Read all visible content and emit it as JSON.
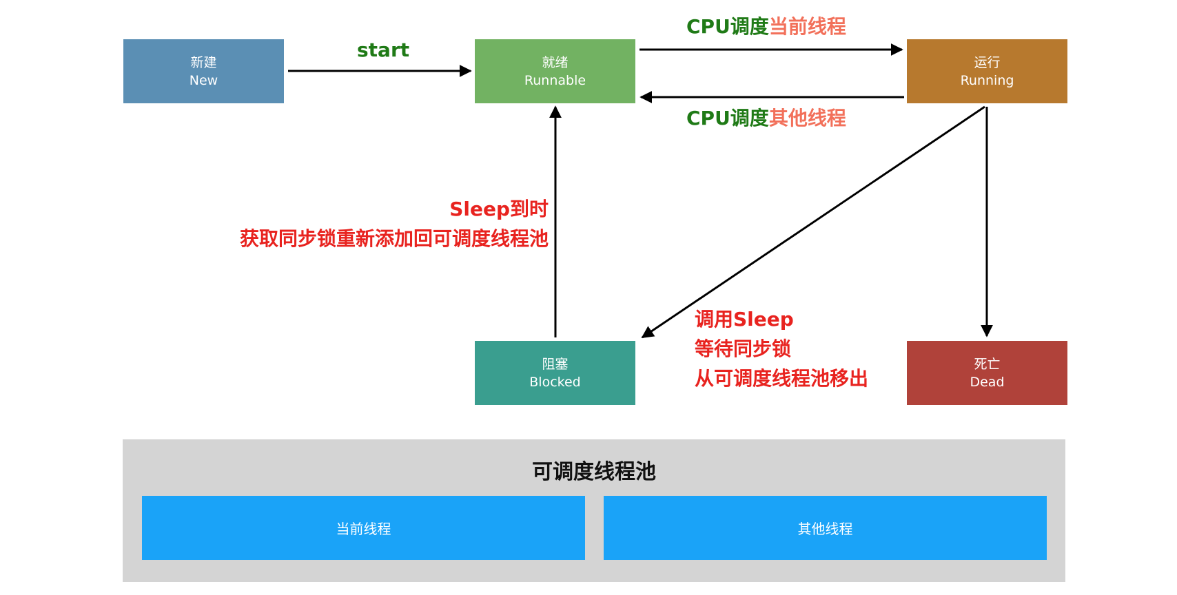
{
  "colors": {
    "new": "#5b8fb4",
    "runnable": "#72b262",
    "running": "#b7792e",
    "blocked": "#3a9e8f",
    "dead": "#b0423a",
    "pool_bg": "#d4d4d4",
    "pool_item": "#1aa3f8",
    "label_green": "#1f7a16",
    "label_orange": "#f2705a",
    "label_red": "#e8231f",
    "arrow": "#000000"
  },
  "states": {
    "new": {
      "zh": "新建",
      "en": "New"
    },
    "runnable": {
      "zh": "就绪",
      "en": "Runnable"
    },
    "running": {
      "zh": "运行",
      "en": "Running"
    },
    "blocked": {
      "zh": "阻塞",
      "en": "Blocked"
    },
    "dead": {
      "zh": "死亡",
      "en": "Dead"
    }
  },
  "transitions": {
    "start": "start",
    "cpu_current_prefix": "CPU调度",
    "cpu_current_suffix": "当前线程",
    "cpu_other_prefix": "CPU调度",
    "cpu_other_suffix": "其他线程",
    "wake_line1": "Sleep到时",
    "wake_line2": "获取同步锁重新添加回可调度线程池",
    "block_line1": "调用Sleep",
    "block_line2": "等待同步锁",
    "block_line3": "从可调度线程池移出"
  },
  "pool": {
    "title": "可调度线程池",
    "items": [
      "当前线程",
      "其他线程"
    ]
  }
}
